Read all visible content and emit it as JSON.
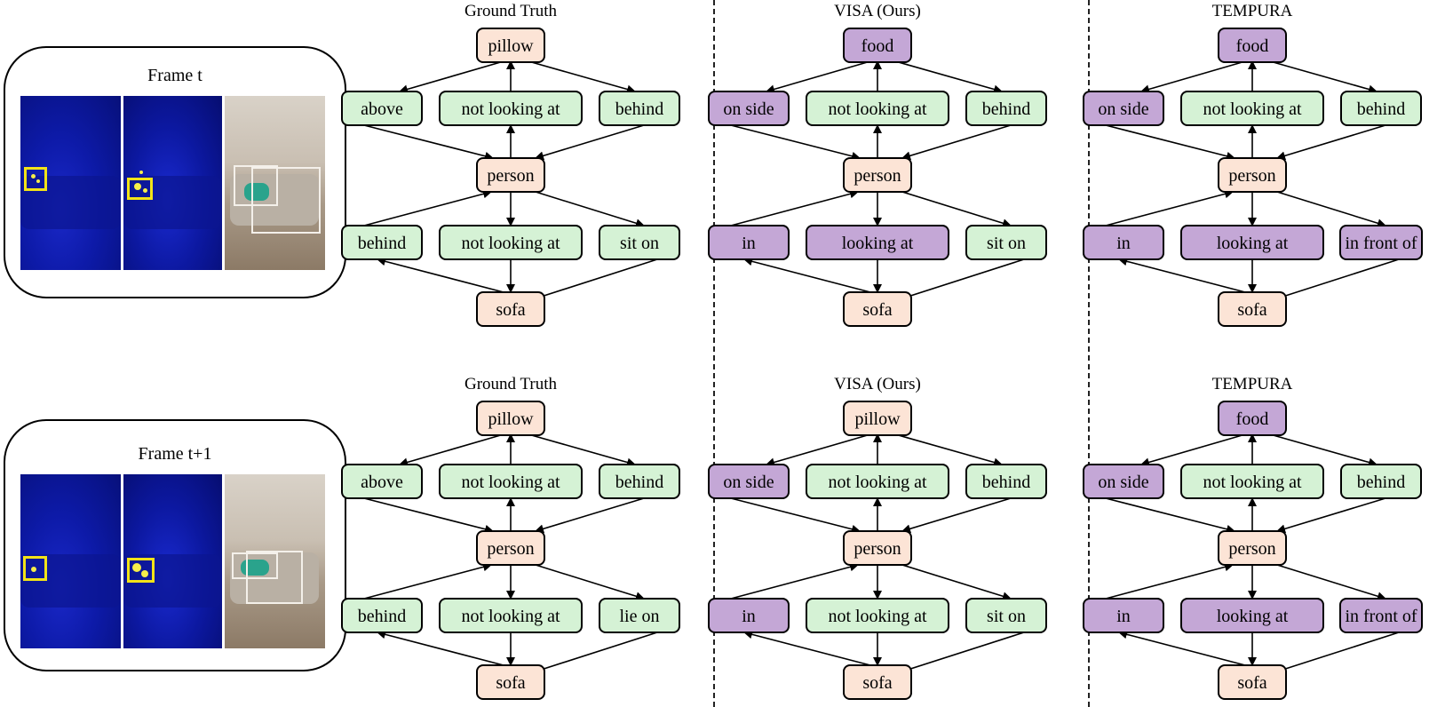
{
  "frames": [
    {
      "label": "Frame t"
    },
    {
      "label": "Frame t+1"
    }
  ],
  "panels": [
    {
      "title": "Ground Truth",
      "top": "pillow",
      "middle": "person",
      "bottom": "sofa",
      "top_colors": {
        "node": "peach"
      },
      "upper": [
        "above",
        "not looking at",
        "behind"
      ],
      "lower": [
        "behind",
        "not looking at",
        "sit on"
      ],
      "upper_wrong": [
        false,
        false,
        false
      ],
      "lower_wrong": [
        false,
        false,
        false
      ],
      "top_wrong": false
    },
    {
      "title": "VISA (Ours)",
      "top": "food",
      "middle": "person",
      "bottom": "sofa",
      "upper": [
        "on side",
        "not looking at",
        "behind"
      ],
      "lower": [
        "in",
        "looking at",
        "sit on"
      ],
      "upper_wrong": [
        true,
        false,
        false
      ],
      "lower_wrong": [
        true,
        true,
        false
      ],
      "top_wrong": true
    },
    {
      "title": "TEMPURA",
      "top": "food",
      "middle": "person",
      "bottom": "sofa",
      "upper": [
        "on side",
        "not looking at",
        "behind"
      ],
      "lower": [
        "in",
        "looking at",
        "in front of"
      ],
      "upper_wrong": [
        true,
        false,
        false
      ],
      "lower_wrong": [
        true,
        true,
        true
      ],
      "top_wrong": true
    },
    {
      "title": "Ground Truth",
      "top": "pillow",
      "middle": "person",
      "bottom": "sofa",
      "upper": [
        "above",
        "not looking at",
        "behind"
      ],
      "lower": [
        "behind",
        "not looking at",
        "lie on"
      ],
      "upper_wrong": [
        false,
        false,
        false
      ],
      "lower_wrong": [
        false,
        false,
        false
      ],
      "top_wrong": false
    },
    {
      "title": "VISA (Ours)",
      "top": "pillow",
      "middle": "person",
      "bottom": "sofa",
      "upper": [
        "on side",
        "not looking at",
        "behind"
      ],
      "lower": [
        "in",
        "not looking at",
        "sit on"
      ],
      "upper_wrong": [
        true,
        false,
        false
      ],
      "lower_wrong": [
        true,
        false,
        false
      ],
      "top_wrong": false
    },
    {
      "title": "TEMPURA",
      "top": "food",
      "middle": "person",
      "bottom": "sofa",
      "upper": [
        "on side",
        "not looking at",
        "behind"
      ],
      "lower": [
        "in",
        "looking at",
        "in front of"
      ],
      "upper_wrong": [
        true,
        false,
        false
      ],
      "lower_wrong": [
        true,
        true,
        true
      ],
      "top_wrong": true
    }
  ],
  "colors": {
    "object_node": "#fce4d6",
    "correct_relation": "#d5f2d5",
    "wrong_node": "#c4a7d6",
    "stroke": "#000000"
  }
}
